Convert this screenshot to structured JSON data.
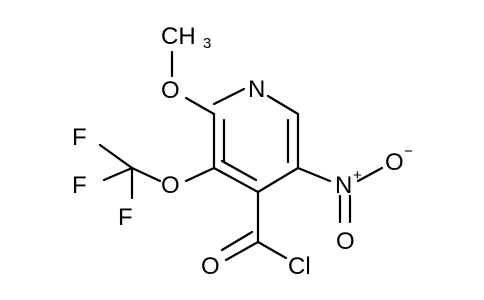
{
  "structure": {
    "colors": {
      "bond": "#000000",
      "text": "#000000",
      "background": "#ffffff"
    },
    "atoms": {
      "methyl_C": "CH",
      "methyl_sub": "3",
      "ring_N": "N",
      "methoxy_O": "O",
      "ether_O": "O",
      "F1": "F",
      "F2": "F",
      "F3": "F",
      "nitro_N": "N",
      "nitro_N_charge": "+",
      "nitro_O_top": "O",
      "nitro_O_bottom": "O",
      "nitro_O_charge": "−",
      "carbonyl_O": "O",
      "chlorine": "Cl"
    }
  }
}
